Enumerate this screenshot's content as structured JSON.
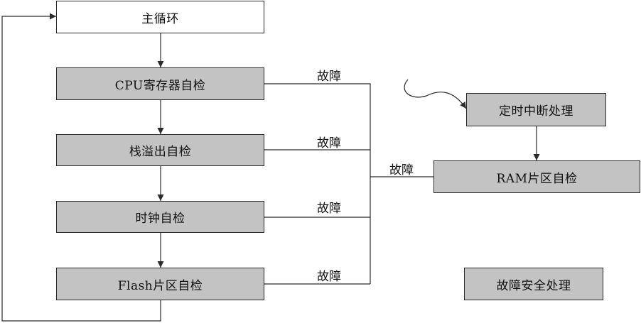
{
  "boxes": {
    "main_loop": "主循环",
    "cpu_register_selftest": "CPU寄存器自检",
    "stack_overflow_selftest": "栈溢出自检",
    "clock_selftest": "时钟自检",
    "flash_selftest": "Flash片区自检",
    "timer_interrupt": "定时中断处理",
    "ram_selftest": "RAM片区自检",
    "fault_safe_handling": "故障安全处理"
  },
  "labels": {
    "fault_1": "故障",
    "fault_2": "故障",
    "fault_3": "故障",
    "fault_4": "故障",
    "fault_ram": "故障"
  },
  "colors": {
    "box_gray": "#c3c3c3",
    "box_white": "#ffffff",
    "line": "#2b2b2b"
  }
}
